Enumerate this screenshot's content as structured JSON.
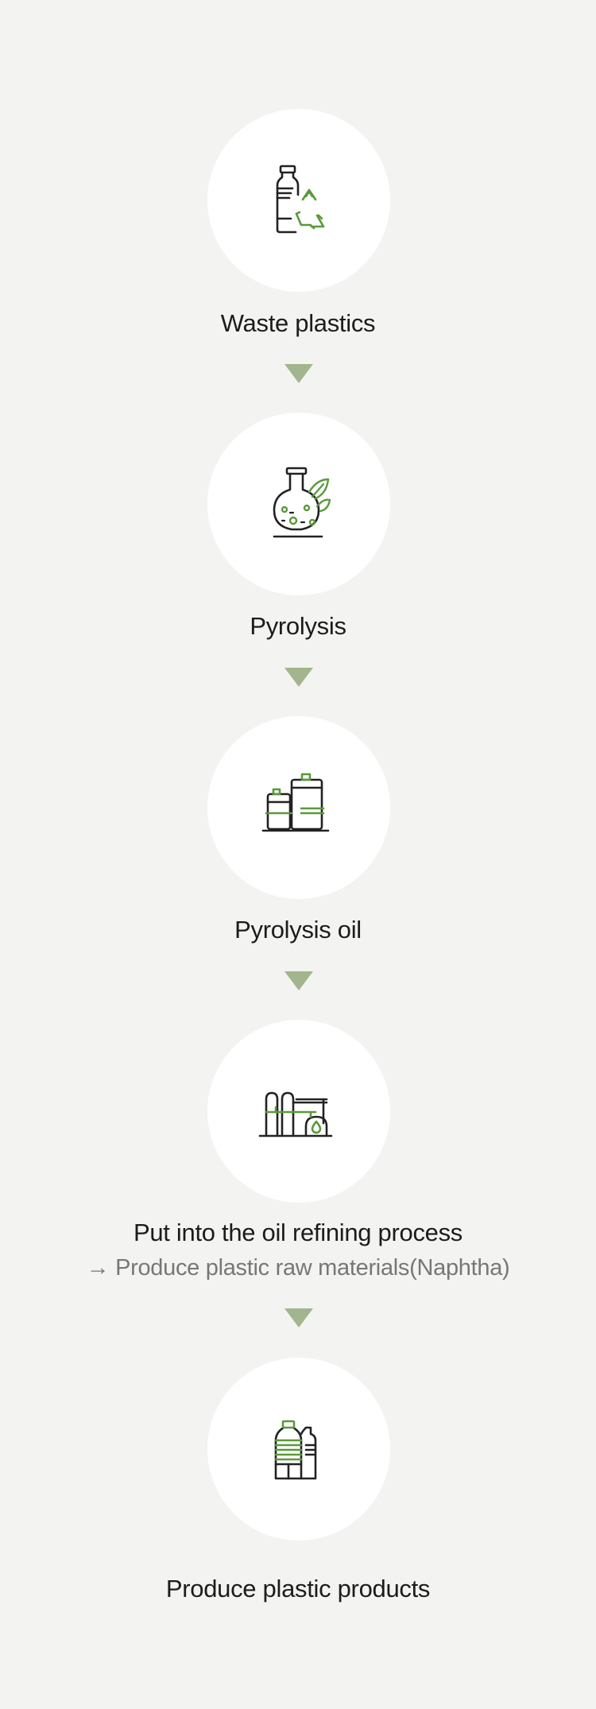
{
  "steps": [
    {
      "label": "Waste plastics",
      "icon": "bottle-recycle-icon"
    },
    {
      "label": "Pyrolysis",
      "icon": "flask-leaf-icon"
    },
    {
      "label": "Pyrolysis oil",
      "icon": "oil-barrels-icon"
    },
    {
      "label": "Put into the oil refining process",
      "sub": "→ Produce plastic raw materials(Naphtha)",
      "icon": "refinery-icon"
    },
    {
      "label": "Produce plastic products",
      "icon": "plastic-bottles-icon"
    }
  ],
  "colors": {
    "background": "#f3f4f1",
    "circle": "#ffffff",
    "arrow": "#a2b58e",
    "icon_line": "#222222",
    "icon_accent": "#5a9a3a"
  }
}
